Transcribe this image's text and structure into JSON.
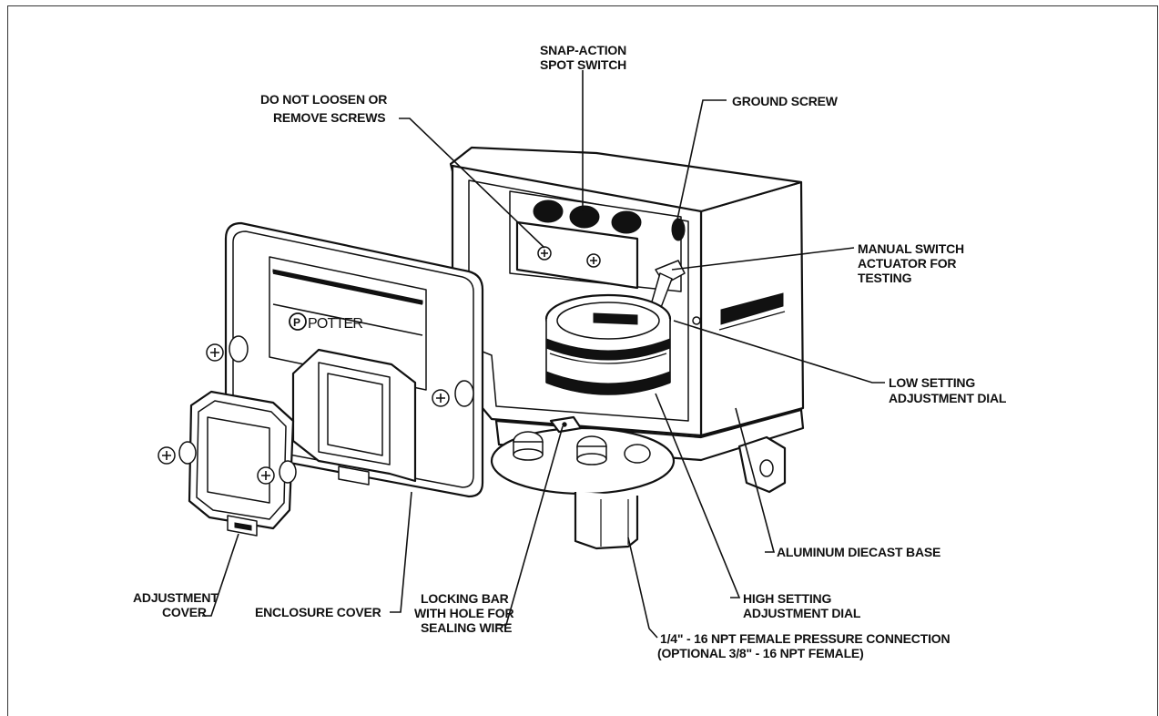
{
  "labels": {
    "snap_action_l1": "SNAP-ACTION",
    "snap_action_l2": "SPOT SWITCH",
    "do_not_loosen_l1": "DO NOT LOOSEN OR",
    "do_not_loosen_l2": "REMOVE SCREWS",
    "ground_screw": "GROUND SCREW",
    "manual_switch_l1": "MANUAL SWITCH",
    "manual_switch_l2": "ACTUATOR FOR",
    "manual_switch_l3": "TESTING",
    "low_setting_l1": "LOW SETTING",
    "low_setting_l2": "ADJUSTMENT DIAL",
    "aluminum_base": "ALUMINUM DIECAST BASE",
    "high_setting_l1": "HIGH SETTING",
    "high_setting_l2": "ADJUSTMENT DIAL",
    "pressure_conn_l1": "1/4\" - 16 NPT FEMALE PRESSURE CONNECTION",
    "pressure_conn_l2": "(OPTIONAL 3/8\" - 16 NPT FEMALE)",
    "locking_bar_l1": "LOCKING BAR",
    "locking_bar_l2": "WITH HOLE FOR",
    "locking_bar_l3": "SEALING WIRE",
    "enclosure_cover": "ENCLOSURE COVER",
    "adjustment_cover_l1": "ADJUSTMENT",
    "adjustment_cover_l2": "COVER"
  },
  "brand": {
    "logo_text": "POTTER",
    "logo_mark": "P"
  }
}
